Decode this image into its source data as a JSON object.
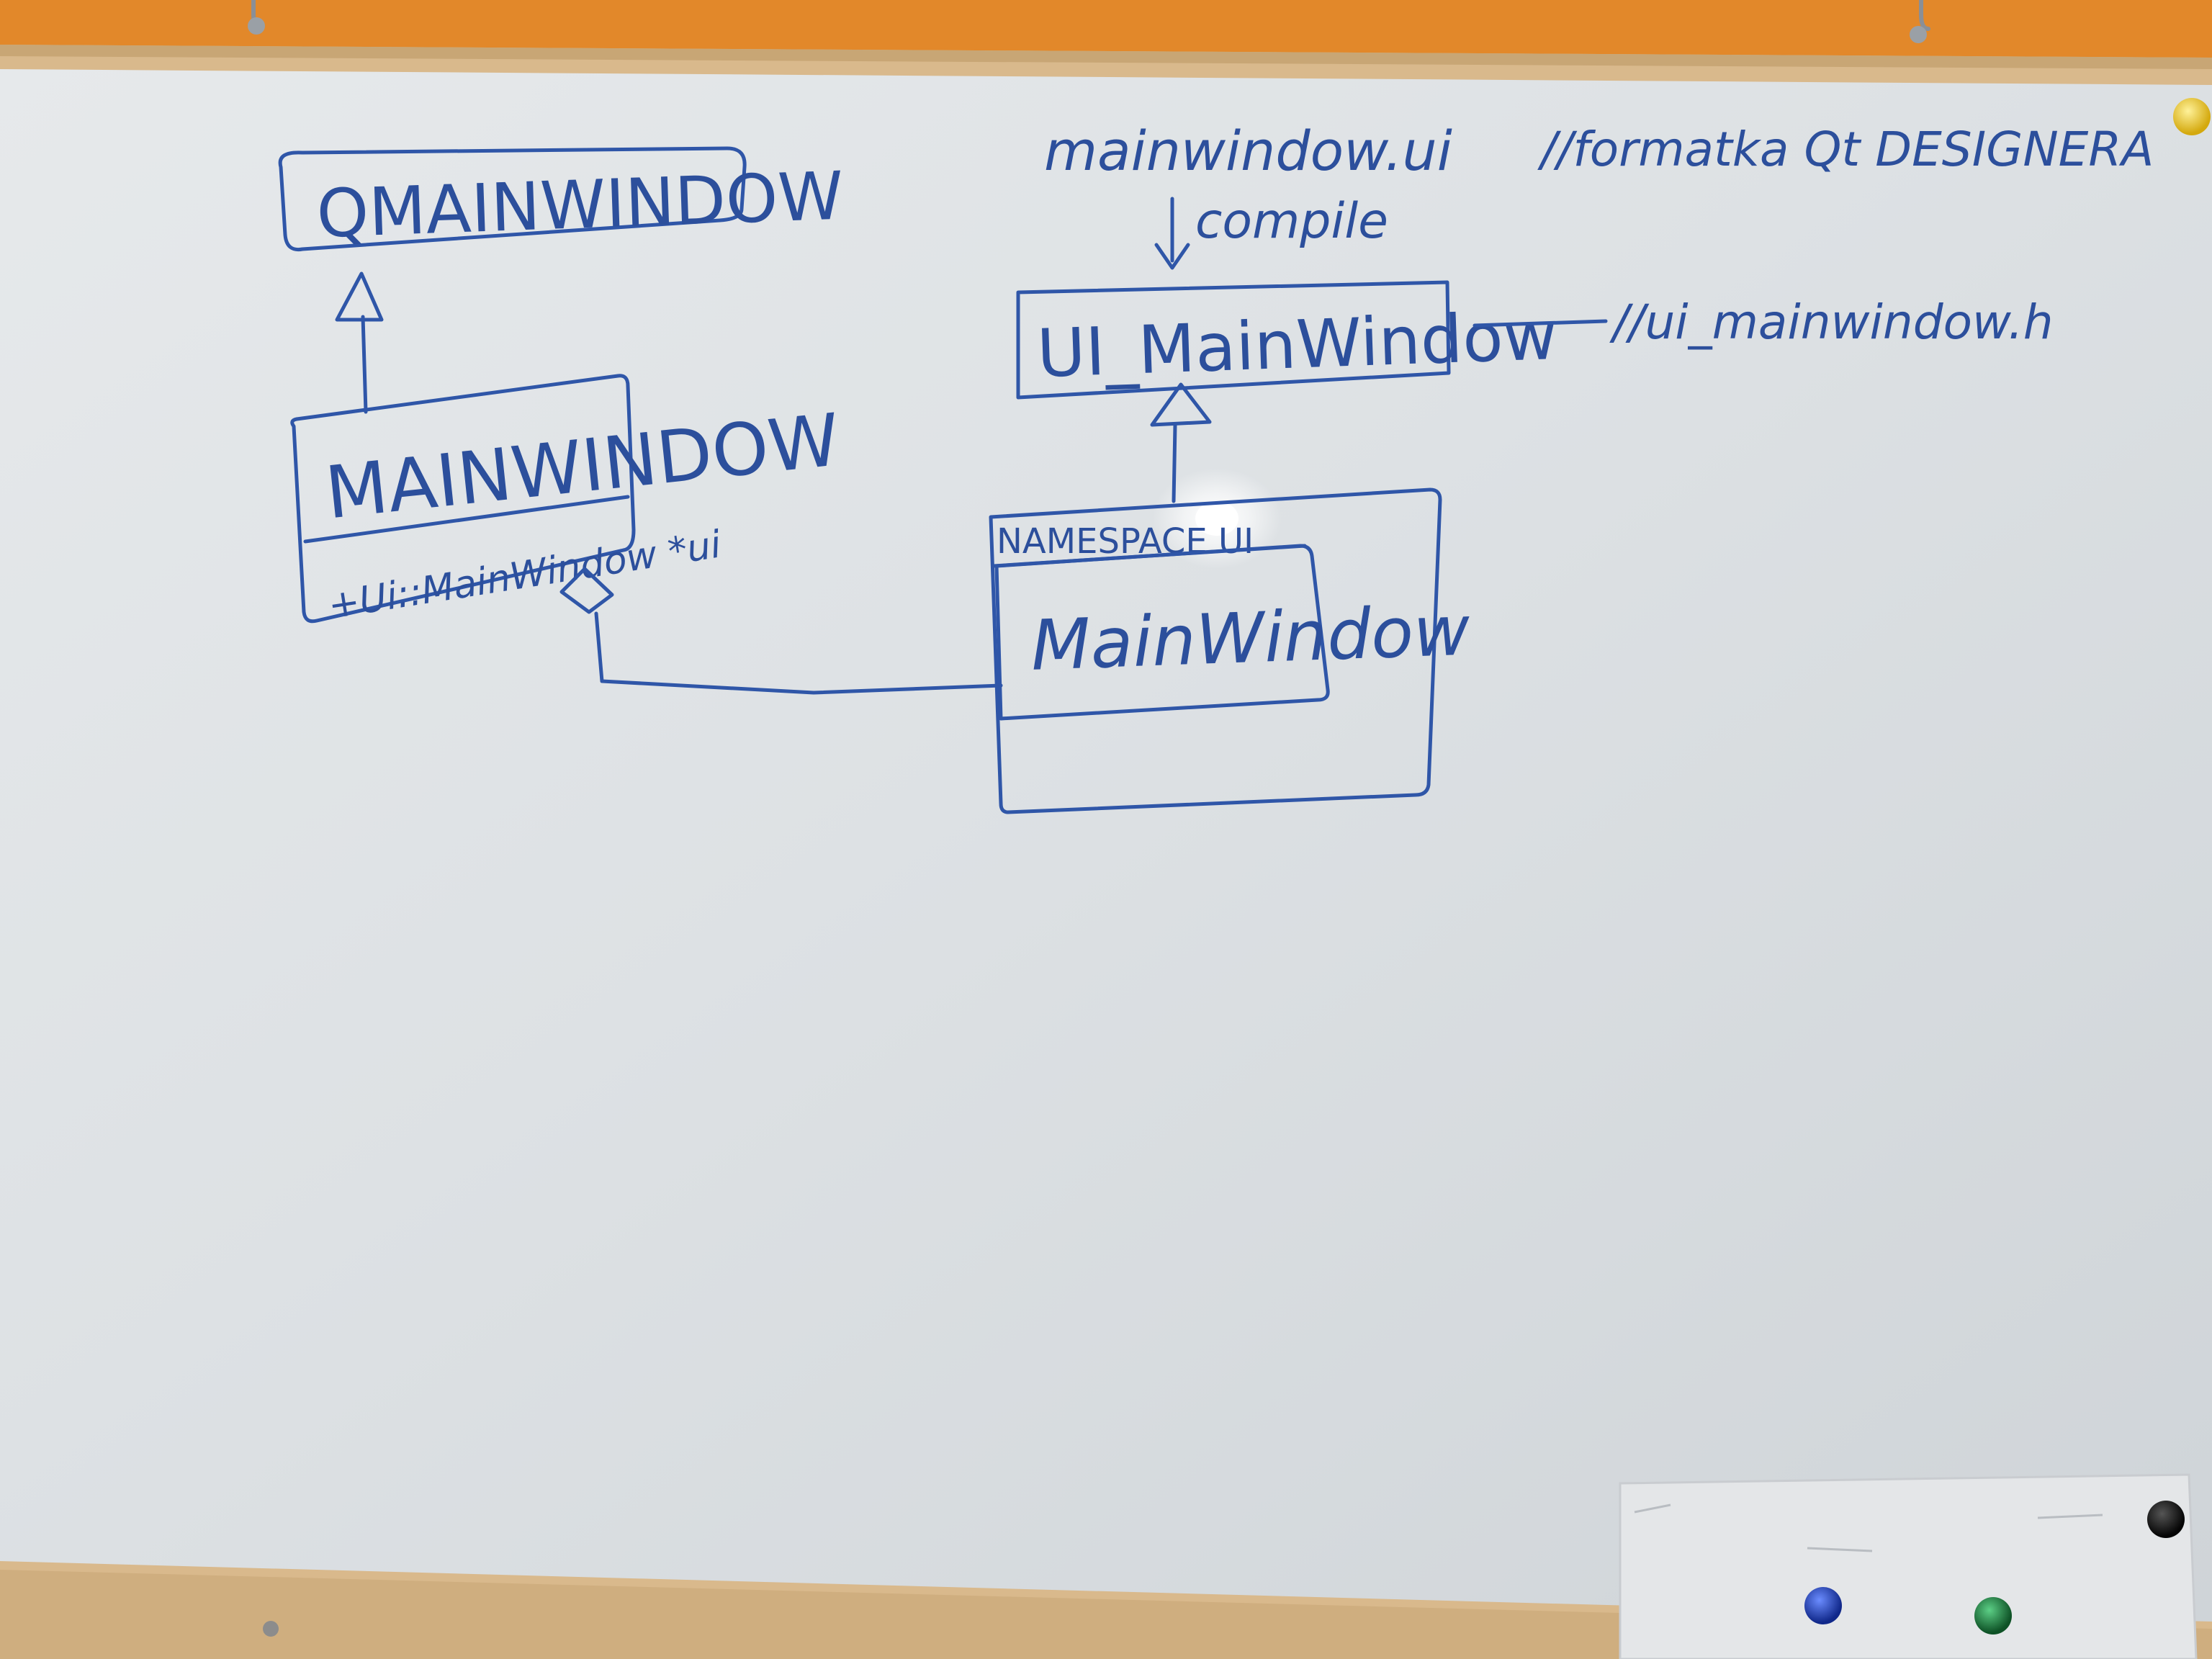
{
  "whiteboard": {
    "diagram": {
      "qmainwindow_label": "QMAINWINDOW",
      "mainwindow_class_label": "MAINWINDOW",
      "mainwindow_member_label": "+Ui::MainWindow *ui",
      "ui_file_label": "mainwindow.ui",
      "compile_label": "compile",
      "ui_mainwindow_class_label": "UI_MainWindow",
      "namespace_label": "NAMESPACE UI",
      "inner_mainwindow_label": "MainWindow"
    },
    "notes": {
      "designer_comment": "//formatka Qt DESIGNERA",
      "header_comment": "//ui_mainwindow.h"
    }
  },
  "colors": {
    "wall": "#e2882a",
    "board": "#dfe3e6",
    "frame": "#d9b98c",
    "marker_ink": "#2f56a8",
    "magnet_yellow": "#e8c21a",
    "magnet_blue": "#1c3fb8",
    "magnet_green": "#1d7a3a",
    "magnet_black": "#1a1a1a"
  }
}
